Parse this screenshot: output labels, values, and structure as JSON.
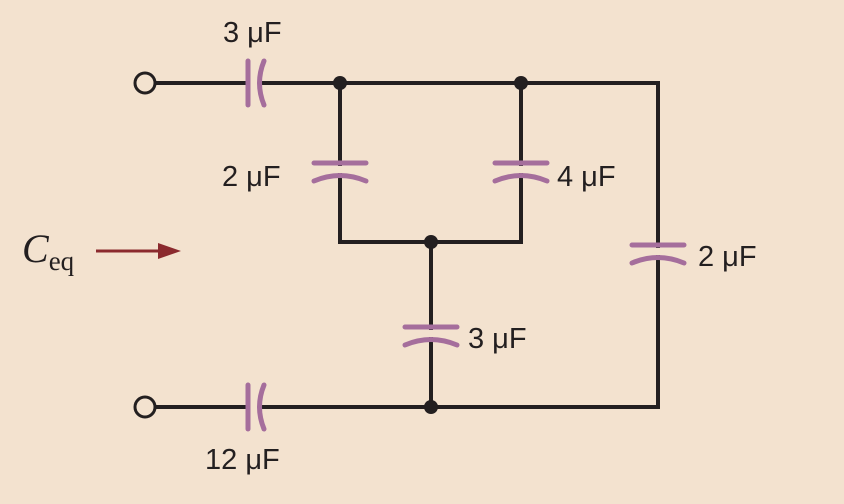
{
  "diagram": {
    "type": "capacitor-network",
    "colors": {
      "background": "#f3e2cf",
      "wire": "#231f20",
      "capacitor": "#a56e9c",
      "arrow": "#8b2a2e"
    },
    "equivalent_label": {
      "symbol": "C",
      "subscript": "eq"
    },
    "capacitors": {
      "c_series_top": "3 μF",
      "c_left_mid": "2 μF",
      "c_right_mid": "4 μF",
      "c_far_right": "2 μF",
      "c_bottom_mid": "3 μF",
      "c_series_bottom": "12 μF"
    }
  }
}
